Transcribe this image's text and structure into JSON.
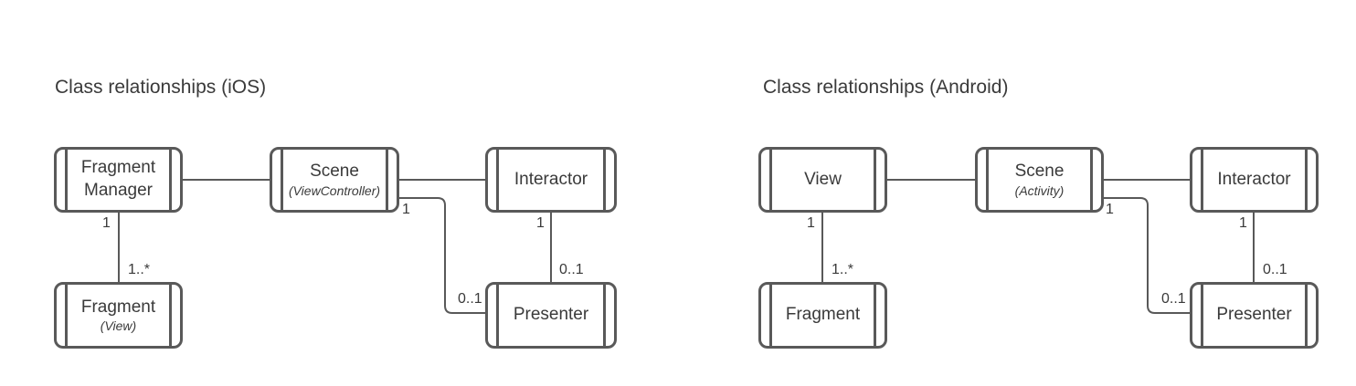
{
  "styles": {
    "background": "#ffffff",
    "stroke_color": "#595959",
    "text_color": "#3a3a3a"
  },
  "diagrams": [
    {
      "id": "ios",
      "title": "Class relationships (iOS)",
      "nodes": [
        {
          "id": "fragment-manager",
          "label": "Fragment Manager"
        },
        {
          "id": "scene",
          "label": "Scene",
          "sublabel": "(ViewController)"
        },
        {
          "id": "interactor",
          "label": "Interactor"
        },
        {
          "id": "fragment",
          "label": "Fragment",
          "sublabel": "(View)"
        },
        {
          "id": "presenter",
          "label": "Presenter"
        }
      ],
      "edges": [
        {
          "from": "fragment-manager",
          "to": "scene"
        },
        {
          "from": "scene",
          "to": "interactor"
        },
        {
          "from": "fragment-manager",
          "to": "fragment",
          "from_multiplicity": "1",
          "to_multiplicity": "1..*"
        },
        {
          "from": "interactor",
          "to": "presenter",
          "from_multiplicity": "1",
          "to_multiplicity": "0..1"
        },
        {
          "from": "scene",
          "to": "presenter",
          "from_multiplicity": "1",
          "to_multiplicity": "0..1"
        }
      ]
    },
    {
      "id": "android",
      "title": "Class relationships (Android)",
      "nodes": [
        {
          "id": "view",
          "label": "View"
        },
        {
          "id": "scene",
          "label": "Scene",
          "sublabel": "(Activity)"
        },
        {
          "id": "interactor",
          "label": "Interactor"
        },
        {
          "id": "fragment",
          "label": "Fragment"
        },
        {
          "id": "presenter",
          "label": "Presenter"
        }
      ],
      "edges": [
        {
          "from": "view",
          "to": "scene"
        },
        {
          "from": "scene",
          "to": "interactor"
        },
        {
          "from": "view",
          "to": "fragment",
          "from_multiplicity": "1",
          "to_multiplicity": "1..*"
        },
        {
          "from": "interactor",
          "to": "presenter",
          "from_multiplicity": "1",
          "to_multiplicity": "0..1"
        },
        {
          "from": "scene",
          "to": "presenter",
          "from_multiplicity": "1",
          "to_multiplicity": "0..1"
        }
      ]
    }
  ]
}
